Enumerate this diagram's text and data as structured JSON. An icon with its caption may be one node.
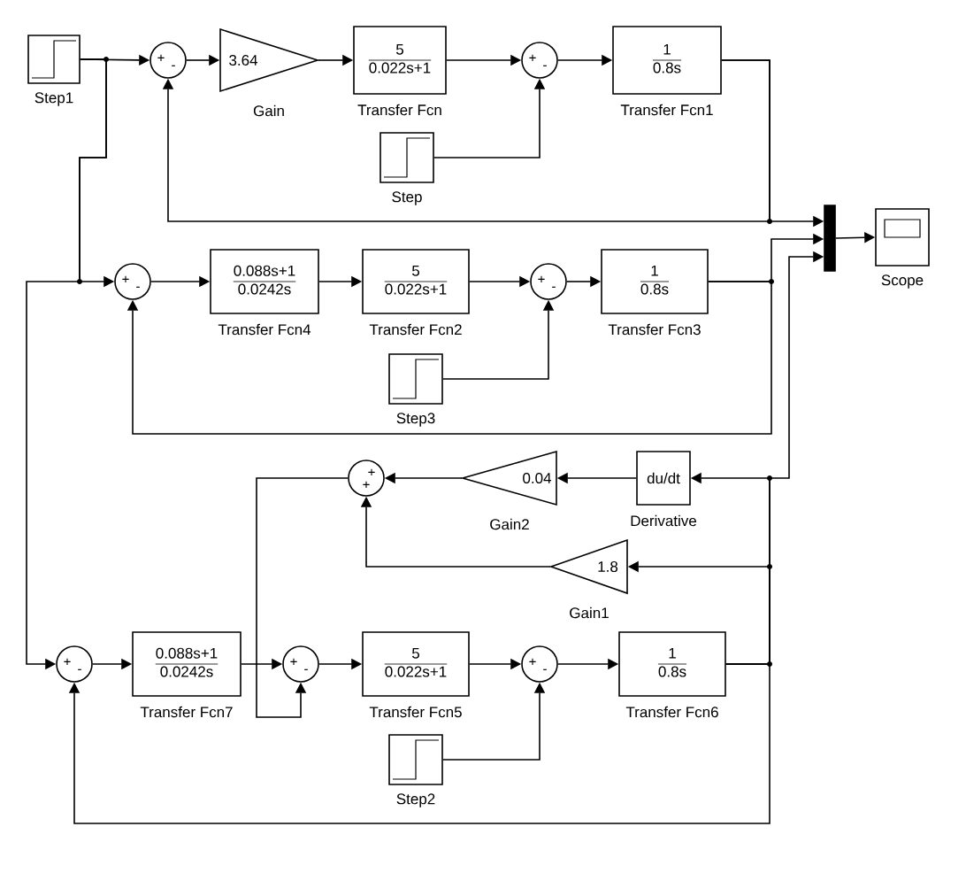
{
  "diagram": {
    "nodes": [
      {
        "text": [],
        "shape": "box",
        "beside": [
          "Step1"
        ]
      },
      {
        "text": [
          "+",
          "-"
        ]
      },
      {
        "text": [
          "3.64"
        ],
        "beside": [
          "Gain"
        ]
      },
      {
        "text": [
          "5",
          "0.022s+1"
        ],
        "beside": [
          "Transfer Fcn"
        ]
      },
      {
        "text": [
          "+",
          "-"
        ]
      },
      {
        "text": [
          "1",
          "0.8s"
        ],
        "beside": [
          "Transfer Fcn1"
        ]
      },
      {
        "text": [],
        "shape": "box",
        "beside": [
          "Step"
        ]
      },
      {
        "text": [],
        "shape": "bar"
      },
      {
        "text": [],
        "shape": "box",
        "beside": [
          "Scope"
        ]
      },
      {
        "text": [
          "+",
          "-"
        ]
      },
      {
        "text": [
          "0.088s+1",
          "0.0242s"
        ],
        "beside": [
          "Transfer Fcn4"
        ]
      },
      {
        "text": [
          "5",
          "0.022s+1"
        ],
        "beside": [
          "Transfer Fcn2"
        ]
      },
      {
        "text": [
          "+",
          "-"
        ]
      },
      {
        "text": [
          "1",
          "0.8s"
        ],
        "beside": [
          "Transfer Fcn3"
        ]
      },
      {
        "text": [],
        "shape": "box",
        "beside": [
          "Step3"
        ]
      },
      {
        "text": [
          "+",
          "+"
        ]
      },
      {
        "text": [
          "0.04"
        ],
        "beside": [
          "Gain2"
        ]
      },
      {
        "text": [
          "du/dt"
        ],
        "beside": [
          "Derivative"
        ]
      },
      {
        "text": [
          "1.8"
        ],
        "beside": [
          "Gain1"
        ]
      },
      {
        "text": [
          "+",
          "-"
        ]
      },
      {
        "text": [
          "0.088s+1",
          "0.0242s"
        ],
        "beside": [
          "Transfer Fcn7"
        ]
      },
      {
        "text": [
          "+",
          "-"
        ]
      },
      {
        "text": [
          "5",
          "0.022s+1"
        ],
        "beside": [
          "Transfer Fcn5"
        ]
      },
      {
        "text": [
          "+",
          "-"
        ]
      },
      {
        "text": [
          "1",
          "0.8s"
        ],
        "beside": [
          "Transfer Fcn6"
        ]
      },
      {
        "text": [],
        "shape": "box",
        "beside": [
          "Step2"
        ]
      }
    ],
    "edges": [
      {
        "from": 0,
        "to": 1,
        "arrow": "to"
      },
      {
        "from": 0,
        "to": 9,
        "arrow": "to"
      },
      {
        "from": 0,
        "to": 19,
        "arrow": "to"
      },
      {
        "from": 1,
        "to": 2,
        "arrow": "to"
      },
      {
        "from": 2,
        "to": 3,
        "arrow": "to"
      },
      {
        "from": 3,
        "to": 4,
        "arrow": "to"
      },
      {
        "from": 6,
        "to": 4,
        "arrow": "to"
      },
      {
        "from": 4,
        "to": 5,
        "arrow": "to"
      },
      {
        "from": 5,
        "to": 7,
        "arrow": "to"
      },
      {
        "from": 5,
        "to": 1,
        "arrow": "to"
      },
      {
        "from": 7,
        "to": 8,
        "arrow": "to"
      },
      {
        "from": 9,
        "to": 10,
        "arrow": "to"
      },
      {
        "from": 10,
        "to": 11,
        "arrow": "to"
      },
      {
        "from": 11,
        "to": 12,
        "arrow": "to"
      },
      {
        "from": 14,
        "to": 12,
        "arrow": "to"
      },
      {
        "from": 12,
        "to": 13,
        "arrow": "to"
      },
      {
        "from": 13,
        "to": 7,
        "arrow": "to"
      },
      {
        "from": 13,
        "to": 9,
        "arrow": "to"
      },
      {
        "from": 24,
        "to": 7,
        "arrow": "to"
      },
      {
        "from": 24,
        "to": 17,
        "arrow": "to"
      },
      {
        "from": 24,
        "to": 18,
        "arrow": "to"
      },
      {
        "from": 24,
        "to": 19,
        "arrow": "to"
      },
      {
        "from": 17,
        "to": 16,
        "arrow": "to"
      },
      {
        "from": 16,
        "to": 15,
        "arrow": "to"
      },
      {
        "from": 18,
        "to": 15,
        "arrow": "to"
      },
      {
        "from": 15,
        "to": 21,
        "arrow": "to"
      },
      {
        "from": 19,
        "to": 20,
        "arrow": "to"
      },
      {
        "from": 20,
        "to": 21,
        "arrow": "to"
      },
      {
        "from": 21,
        "to": 22,
        "arrow": "to"
      },
      {
        "from": 22,
        "to": 23,
        "arrow": "to"
      },
      {
        "from": 25,
        "to": 23,
        "arrow": "to"
      },
      {
        "from": 23,
        "to": 24,
        "arrow": "to"
      }
    ]
  }
}
